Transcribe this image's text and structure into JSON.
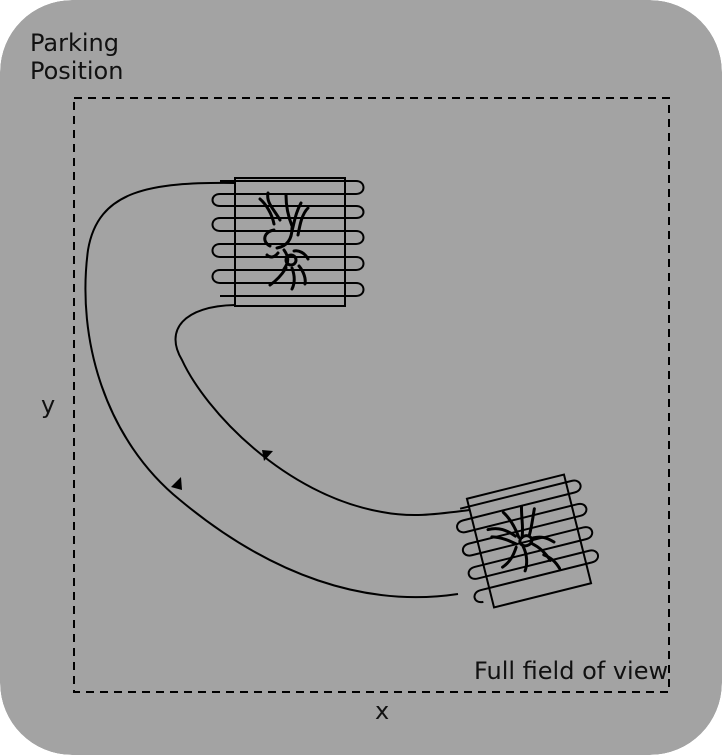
{
  "labels": {
    "parking_position": "Parking Position",
    "full_field_of_view": "Full field of view",
    "x_axis": "x",
    "y_axis": "y"
  },
  "colors": {
    "background": "#a3a3a3",
    "stroke": "#000000"
  }
}
